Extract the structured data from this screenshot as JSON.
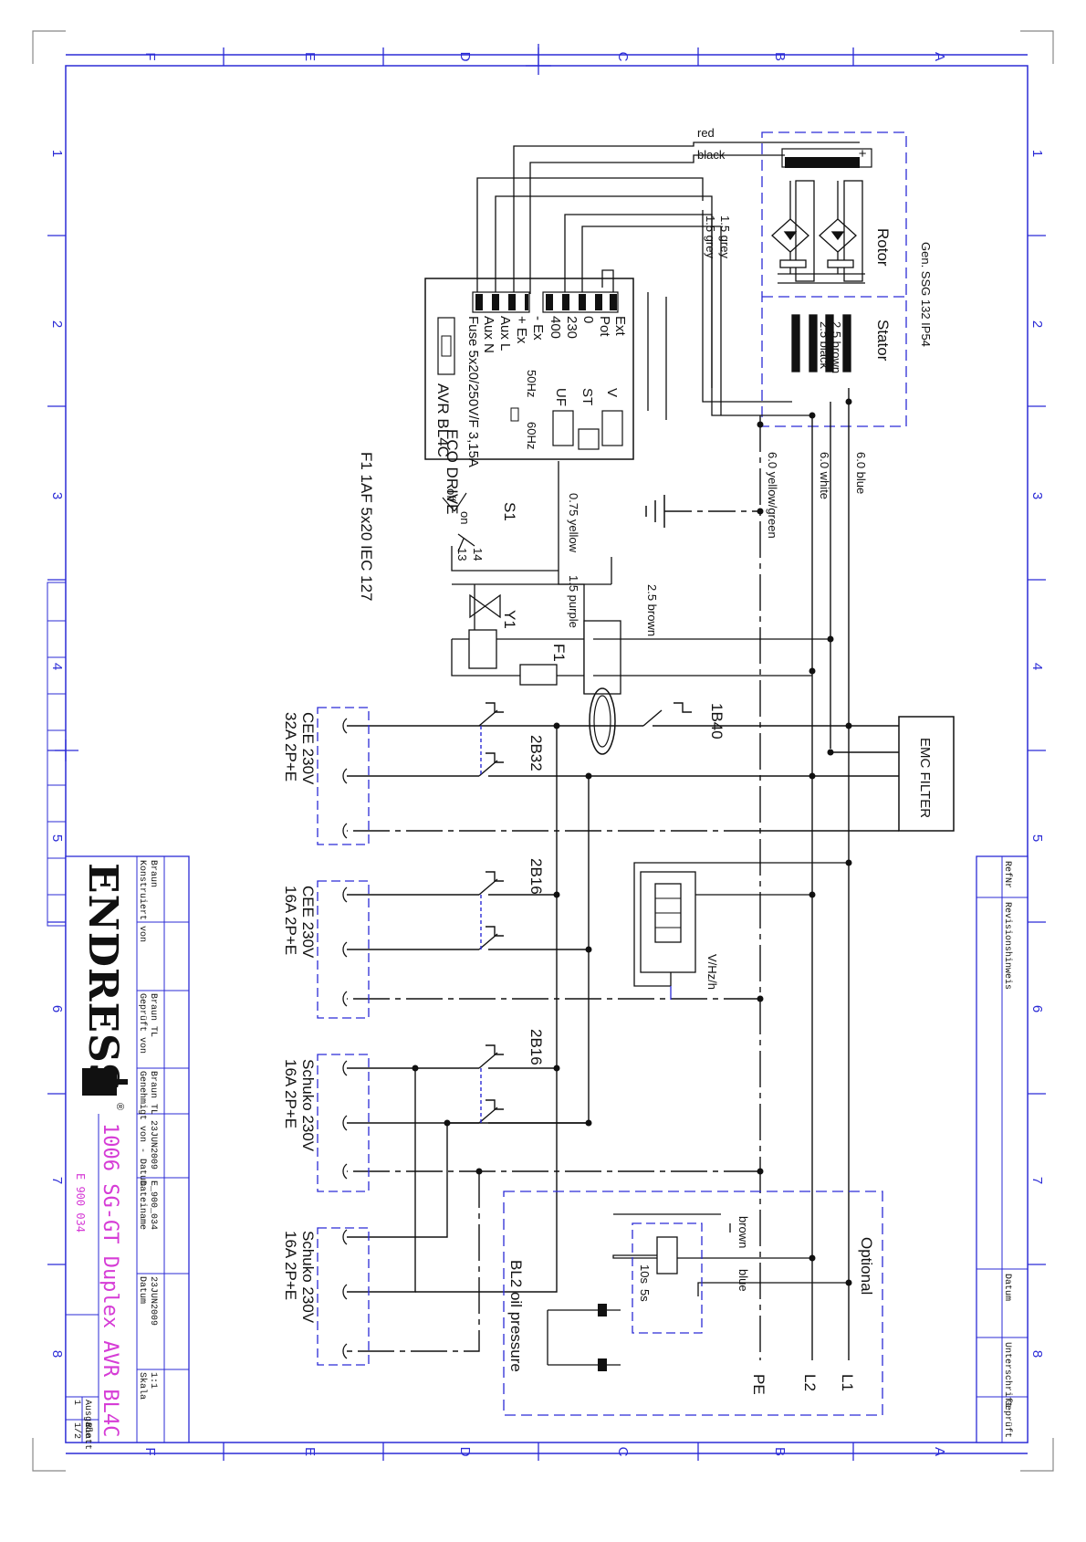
{
  "frame": {
    "columns": [
      "F",
      "E",
      "D",
      "C",
      "B",
      "A"
    ],
    "rows": [
      "1",
      "2",
      "3",
      "4",
      "5",
      "6",
      "7",
      "8"
    ]
  },
  "generator": {
    "title": "Gen. SSG 132 IP54",
    "rotor_label": "Rotor",
    "stator_label": "Stator",
    "plus": "+"
  },
  "wires": {
    "red": "red",
    "black": "black",
    "grey_a": "1.5 grey",
    "grey_b": "1.5 grey",
    "brown_25": "2.5 brown",
    "black_25": "2.5 black",
    "yellow_green": "6.0 yellow/green",
    "white": "6.0 white",
    "blue": "6.0 blue",
    "yellow_075": "0.75 yellow",
    "purple_15": "1.5 purple",
    "brown_stub": "2.5 brown",
    "opt_brown": "brown",
    "opt_blue": "blue"
  },
  "avr": {
    "terminals_top": [
      "Ext",
      "Pot",
      "0",
      "230",
      "400"
    ],
    "terminals_bottom": [
      "- Ex",
      "+ Ex",
      "Aux L",
      "Aux N"
    ],
    "v": "V",
    "st": "ST",
    "uf": "UF",
    "hz50": "50Hz",
    "hz60": "60Hz",
    "fuse": "Fuse 5x20/250V/F 3,15A",
    "name": "AVR BL4C"
  },
  "f1_note": "F1 1AF 5x20 IEC 127",
  "eco": {
    "label": "ECO DRIVE",
    "off": "off",
    "on": "on",
    "s1": "S1",
    "t13": "13",
    "t14": "14"
  },
  "y1": "Y1",
  "f1": "F1",
  "breakers": {
    "b1": "1B40",
    "b2": "2B32",
    "b3": "2B16",
    "b4": "2B16"
  },
  "sockets": {
    "cee32": "CEE 230V\n32A 2P+E",
    "cee16": "CEE 230V\n16A 2P+E",
    "schuko_a": "Schuko 230V\n16A 2P+E",
    "schuko_b": "Schuko 230V\n16A 2P+E"
  },
  "emc": "EMC FILTER",
  "meter": "V/Hz/h",
  "optional": {
    "label": "Optional",
    "oil": "BL2 oil pressure",
    "t10": "10s",
    "t5": "5s"
  },
  "busses": {
    "pe": "PE",
    "l2": "L2",
    "l1": "L1"
  },
  "revision": {
    "refnr": "RefNr",
    "hinweis": "Revisionshinweis",
    "datum": "Datum",
    "unterschrift": "Unterschrift",
    "geprueft": "Geprüft"
  },
  "titleblock": {
    "company": "ENDRESS",
    "reg": "®",
    "konstruiert_label": "Konstruiert von",
    "konstruiert_value": "Braun",
    "geprueft_label": "Geprüft von",
    "geprueft_value": "Braun TL",
    "genehmigt_label": "Genehmigt von - Datum",
    "genehmigt_value": "Braun TL 23JUN2009",
    "dateiname_label": "Dateiname",
    "dateiname_value": "E_900_034",
    "datum_label": "Datum",
    "datum_value": "23JUN2009",
    "skala_label": "Skala",
    "skala_value": "1:1",
    "title": "1006 SG-GT Duplex AVR BL4C",
    "drawing_no": "E 900 034",
    "ausgabe_label": "Ausgabe",
    "ausgabe_value": "1",
    "blatt_label": "Blatt",
    "blatt_value": "1/2"
  }
}
